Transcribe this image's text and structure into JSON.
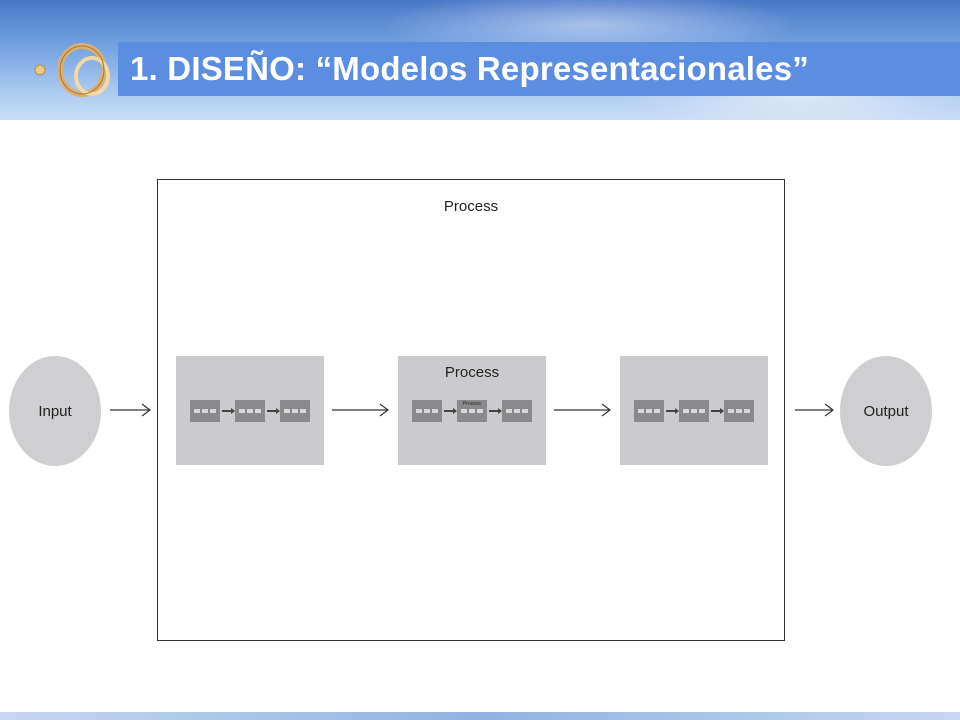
{
  "slide": {
    "title": "1. DISEÑO: “Modelos Representacionales”"
  },
  "diagram": {
    "outer_label": "Process",
    "input_label": "Input",
    "output_label": "Output",
    "middle_box_label": "Process",
    "middle_inner_label": "Process"
  },
  "colors": {
    "title_bar": "#5b8de0",
    "node_fill": "#cfcfd1",
    "box_fill": "#cbcbcd",
    "mini_block": "#8a8a8c"
  }
}
